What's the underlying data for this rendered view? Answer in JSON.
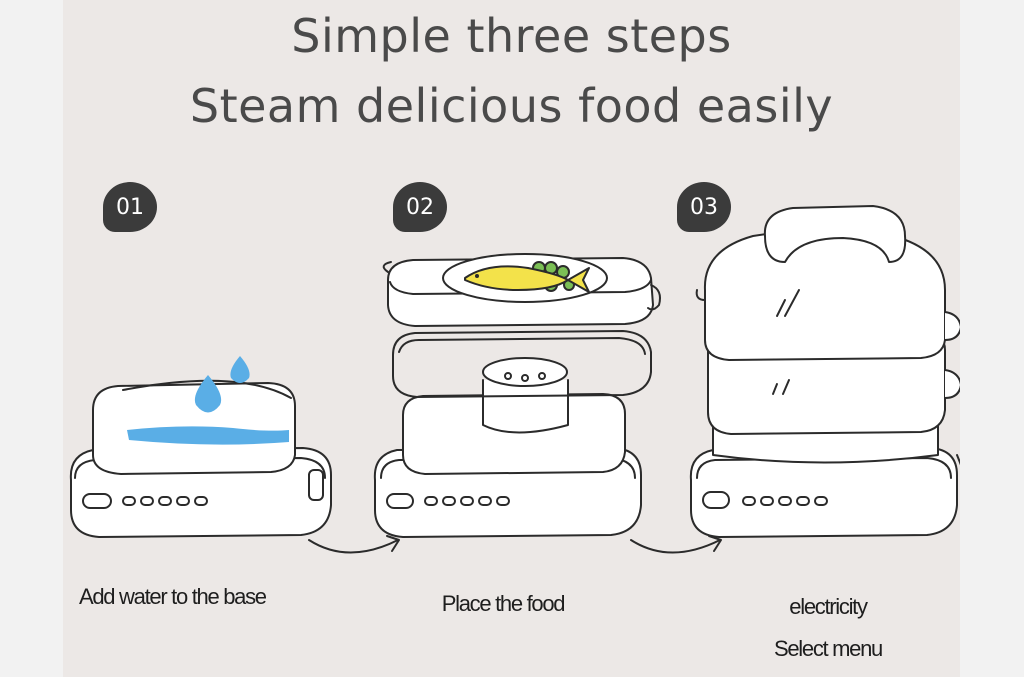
{
  "heading": {
    "line1": "Simple three steps",
    "line2": "Steam delicious food easily"
  },
  "steps": [
    {
      "badge": "01",
      "caption": "Add water to the base"
    },
    {
      "badge": "02",
      "caption": "Place the food"
    },
    {
      "badge": "03",
      "caption_line1": "electricity",
      "caption_line2": "Select menu"
    }
  ],
  "colors": {
    "background": "#ece8e6",
    "outline": "#2b2b2b",
    "water": "#5aaee6",
    "fish": "#f3e24a",
    "peas": "#7bbf55",
    "badge": "#3b3b3b"
  },
  "icons": [
    "water-drop-icon",
    "arrow-icon",
    "fish-icon",
    "steamer-icon"
  ]
}
